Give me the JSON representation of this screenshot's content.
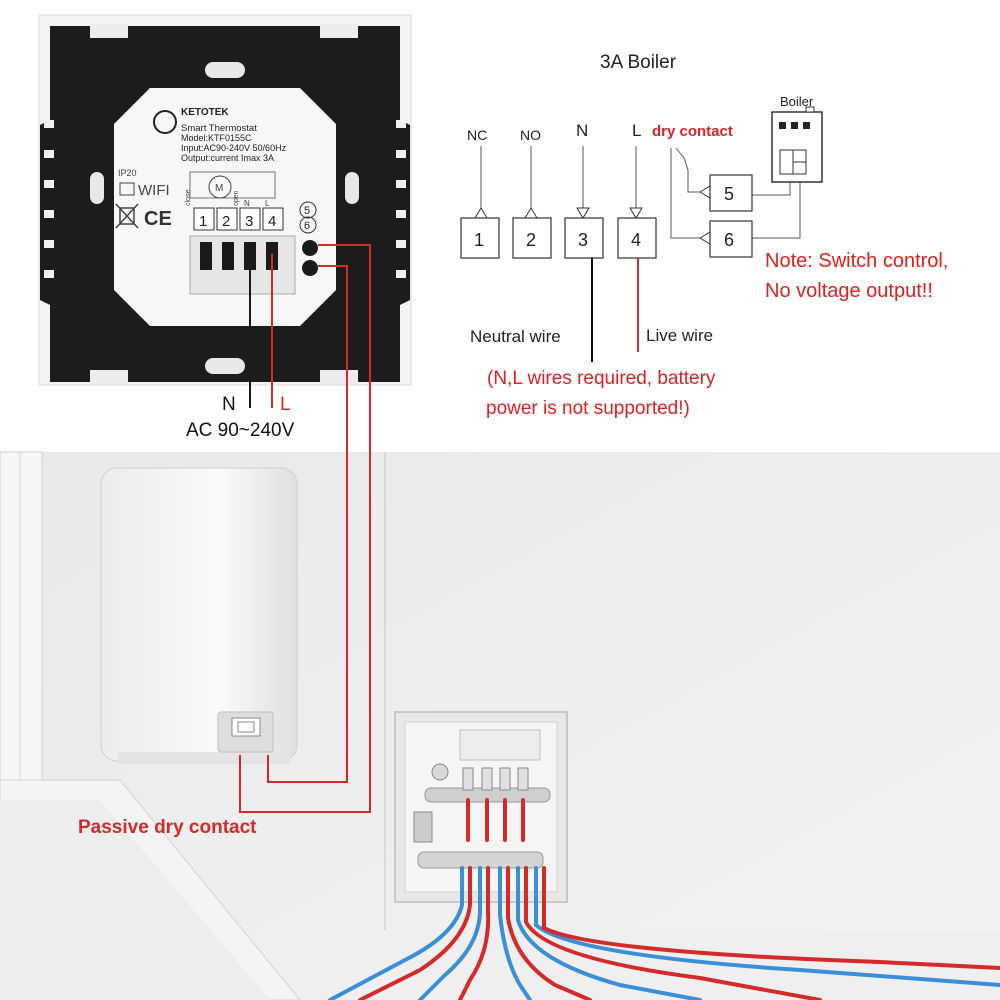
{
  "thermostat": {
    "brand": "KETOTEK",
    "product": "Smart Thermostat",
    "model": "Model:KTF0155C",
    "input": "Input:AC90-240V 50/60Hz",
    "output": "Output:current Imax 3A",
    "ip_rating": "IP20",
    "wifi": "WIFI",
    "ce": "CE",
    "terminal_tags": [
      "close",
      "open",
      "N",
      "L"
    ],
    "terminals": [
      "1",
      "2",
      "3",
      "4"
    ],
    "dry_terminals": [
      "5",
      "6"
    ]
  },
  "power": {
    "n": "N",
    "l": "L",
    "voltage": "AC 90~240V"
  },
  "schematic": {
    "title": "3A Boiler",
    "pin_labels": [
      "NC",
      "NO",
      "N",
      "L"
    ],
    "pins": [
      "1",
      "2",
      "3",
      "4"
    ],
    "dry_label": "dry contact",
    "dry_pins": [
      "5",
      "6"
    ],
    "boiler_label": "Boiler",
    "note_line1": "Note: Switch control,",
    "note_line2": "No voltage output!!",
    "neutral_label": "Neutral wire",
    "live_label": "Live wire",
    "warning_line1": "(N,L wires required, battery",
    "warning_line2": "power is not supported!)"
  },
  "room": {
    "passive_label": "Passive dry contact"
  },
  "colors": {
    "red": "#d42a2a",
    "red_text": "#e02020",
    "blue_pipe": "#3a8fd8",
    "panel_black": "#1c1c1c"
  }
}
